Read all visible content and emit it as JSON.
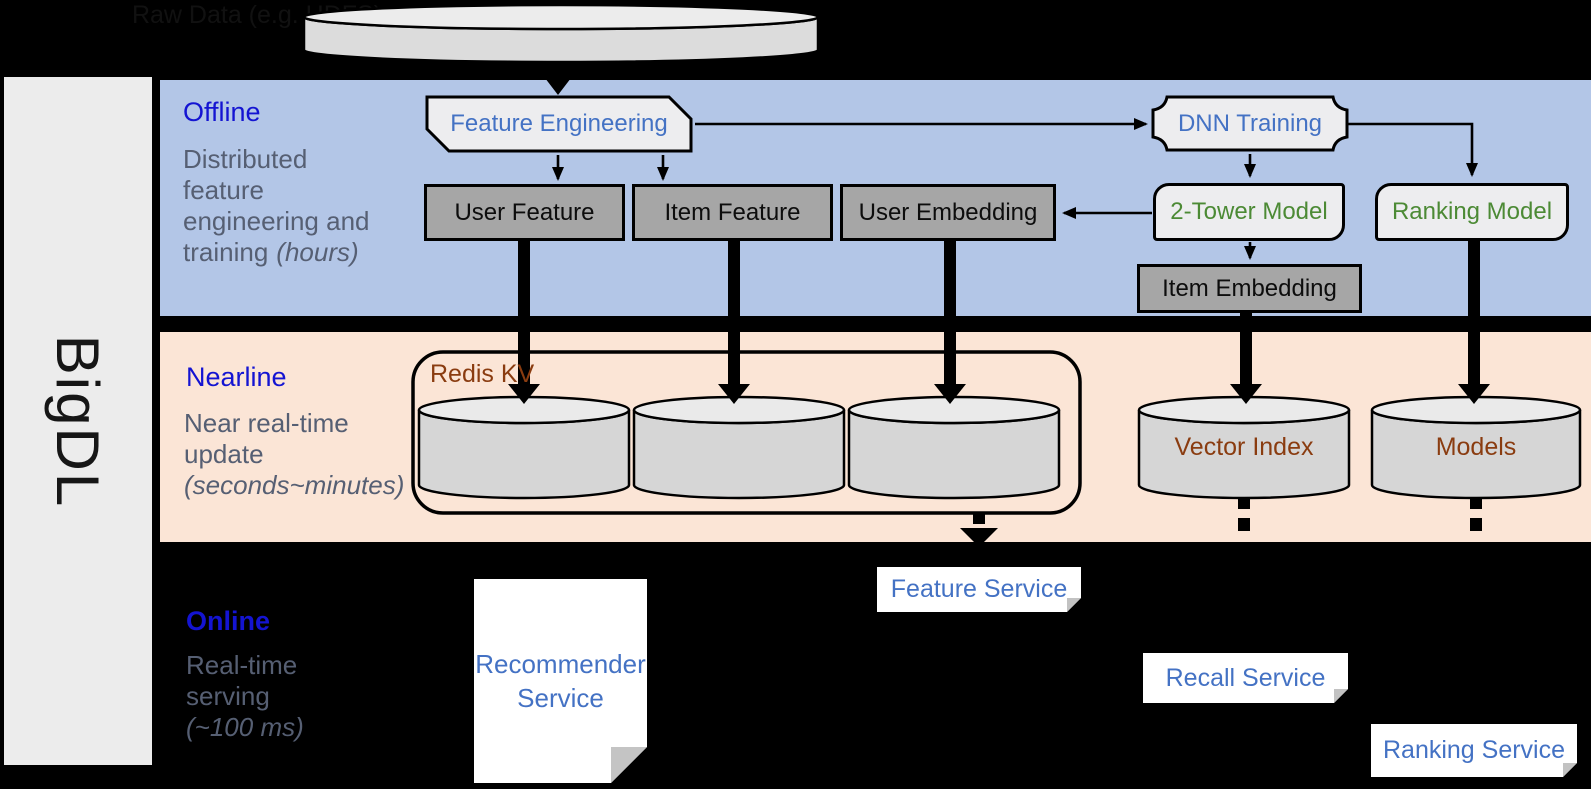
{
  "brand": {
    "label": "BigDL"
  },
  "datastore_top": {
    "label": "Raw Data (e.g. HDFS)"
  },
  "stages": {
    "offline": {
      "title": "Offline",
      "line1": "Distributed",
      "line2": "feature",
      "line3": "engineering and",
      "line4": "training",
      "line4_italic": "(hours)"
    },
    "nearline": {
      "title": "Nearline",
      "line1": "Near real-time",
      "line2": "update",
      "line3_italic": "(seconds~minutes)"
    },
    "online": {
      "title": "Online",
      "line1": "Real-time",
      "line2": "serving",
      "line3_italic": "(~100 ms)"
    }
  },
  "offline_nodes": {
    "feature_engineering": "Feature Engineering",
    "dnn_training": "DNN Training",
    "user_feature": "User Feature",
    "item_feature": "Item Feature",
    "user_embedding": "User Embedding",
    "two_tower_model": "2-Tower Model",
    "ranking_model": "Ranking Model",
    "item_embedding": "Item Embedding"
  },
  "nearline_nodes": {
    "redis_kv": "Redis KV",
    "vector_index": "Vector Index",
    "models": "Models"
  },
  "online_nodes": {
    "recommender_line1": "Recommender",
    "recommender_line2": "Service",
    "feature_service": "Feature Service",
    "recall_service": "Recall Service",
    "ranking_service": "Ranking Service"
  },
  "colors": {
    "offline_band": "#b3c6e7",
    "nearline_band": "#fbe5d6",
    "online_band": "#000000",
    "sidebar": "#ececec",
    "box_gray": "#a6a6a6",
    "box_light": "#ededef",
    "node_text_blue": "#4472c4",
    "node_text_green": "#4c8a35",
    "store_text_brown": "#8a3c10",
    "stage_title_blue": "#1414d2",
    "stage_body_gray": "#565f73",
    "cylinder_body": "#d6d6d6",
    "cylinder_top": "#eaeaea",
    "connector_black": "#000000"
  }
}
